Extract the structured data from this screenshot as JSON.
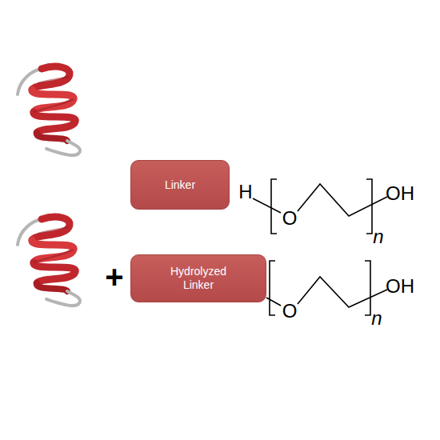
{
  "diagram": {
    "nodes": [
      {
        "text": [
          "Linker"
        ]
      },
      {
        "text": [
          "Hydrolyzed Linker"
        ]
      }
    ],
    "edges": [],
    "labels": [
      "+",
      "H",
      "O",
      "OH",
      "n",
      "O",
      "OH",
      "n"
    ]
  }
}
